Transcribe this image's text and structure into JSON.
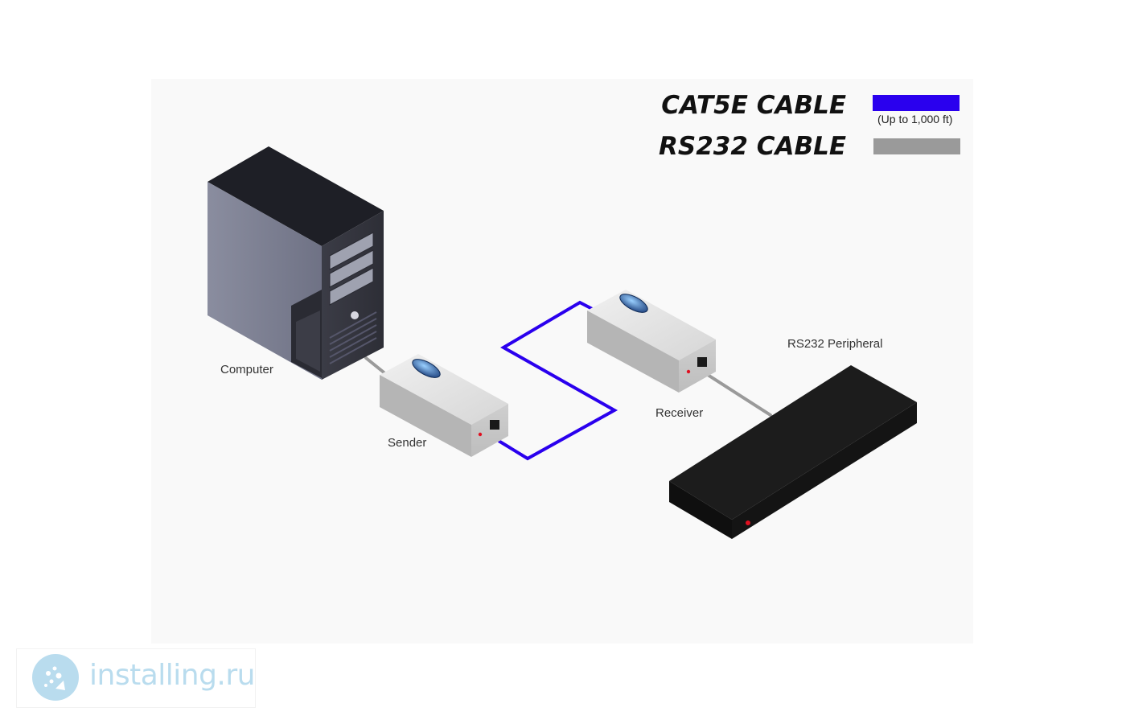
{
  "legend": {
    "cat5e": {
      "title": "CAT5E CABLE",
      "note": "(Up to 1,000 ft)",
      "color": "#2a00ee"
    },
    "rs232": {
      "title": "RS232 CABLE",
      "color": "#9a9a9a"
    }
  },
  "devices": {
    "computer": {
      "label": "Computer"
    },
    "sender": {
      "label": "Sender"
    },
    "receiver": {
      "label": "Receiver"
    },
    "peripheral": {
      "label": "RS232 Peripheral"
    }
  },
  "colors": {
    "panel_background": "#f9f9f9",
    "extender_body": "#d8d8d8",
    "tower_body": "#4b4d5c",
    "peripheral_body": "#1c1c1c",
    "led_red": "#e01020"
  },
  "watermark": {
    "text": "installing.ru"
  }
}
